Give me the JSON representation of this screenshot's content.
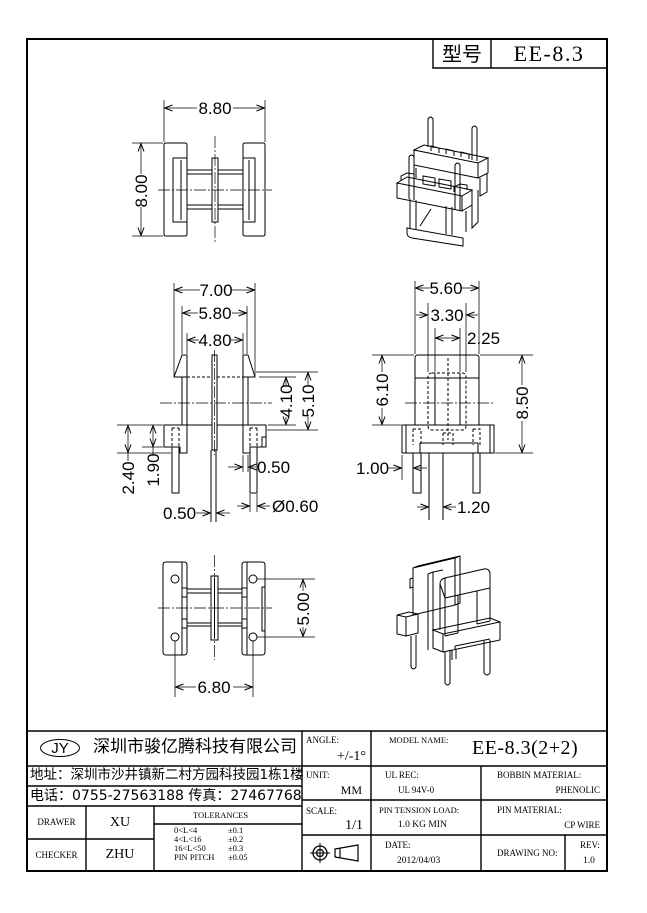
{
  "header": {
    "model_label": "型号",
    "model_value": "EE-8.3"
  },
  "drawing": {
    "top_view": {
      "dim_width": "8.80",
      "dim_height": "8.00"
    },
    "front_view": {
      "dim_overall": "7.00",
      "dim_flange_outer": "5.80",
      "dim_flange_inner": "4.80",
      "dim_winding": "4.10",
      "dim_flange_height": "5.10",
      "dim_base_height": "2.40",
      "dim_base_step": "1.90",
      "dim_flange_thickness": "0.50",
      "dim_pin_diameter": "Ø0.60",
      "dim_center_pin": "0.50"
    },
    "side_view": {
      "dim_width": "5.60",
      "dim_window": "3.30",
      "dim_inner": "2.25",
      "dim_body_height": "6.10",
      "dim_total_height": "8.50",
      "dim_pin_offset": "1.00",
      "dim_pin_gap": "1.20"
    },
    "bottom_view": {
      "dim_row_spacing": "5.00",
      "dim_pin_span": "6.80"
    }
  },
  "title_block": {
    "logo": "JY",
    "company_name": "深圳市骏亿腾科技有限公司",
    "address": "地址：深圳市沙井镇新二村方园科技园1栋1楼",
    "phone": "电话：0755-27563188  传真：27467768",
    "drawer": {
      "label": "DRAWER",
      "value": "XU"
    },
    "checker": {
      "label": "CHECKER",
      "value": "ZHU"
    },
    "tolerances": {
      "title": "TOLERANCES",
      "rows": [
        {
          "range": "0<L<4",
          "value": "±0.1"
        },
        {
          "range": "4<L<16",
          "value": "±0.2"
        },
        {
          "range": "16<L<50",
          "value": "±0.3"
        },
        {
          "range": "PIN PITCH",
          "value": "±0.05"
        }
      ]
    },
    "angle": {
      "label": "ANGLE:",
      "value": "+/-1°"
    },
    "unit": {
      "label": "UNIT:",
      "value": "MM"
    },
    "scale": {
      "label": "SCALE:",
      "value": "1/1"
    },
    "projection_symbol": "first-angle-projection-icon",
    "model_name": {
      "label": "MODEL NAME:",
      "value": "EE-8.3(2+2)"
    },
    "ul_rec": {
      "label": "UL REC:",
      "value": "UL 94V-0"
    },
    "pin_tension": {
      "label": "PIN TENSION LOAD:",
      "value": "1.0 KG MIN"
    },
    "date": {
      "label": "DATE:",
      "value": "2012/04/03"
    },
    "bobbin_material": {
      "label": "BOBBIN MATERIAL:",
      "value": "PHENOLIC"
    },
    "pin_material": {
      "label": "PIN MATERIAL:",
      "value": "CP WIRE"
    },
    "drawing_no": {
      "label": "DRAWING NO:"
    },
    "rev": {
      "label": "REV:",
      "value": "1.0"
    }
  }
}
